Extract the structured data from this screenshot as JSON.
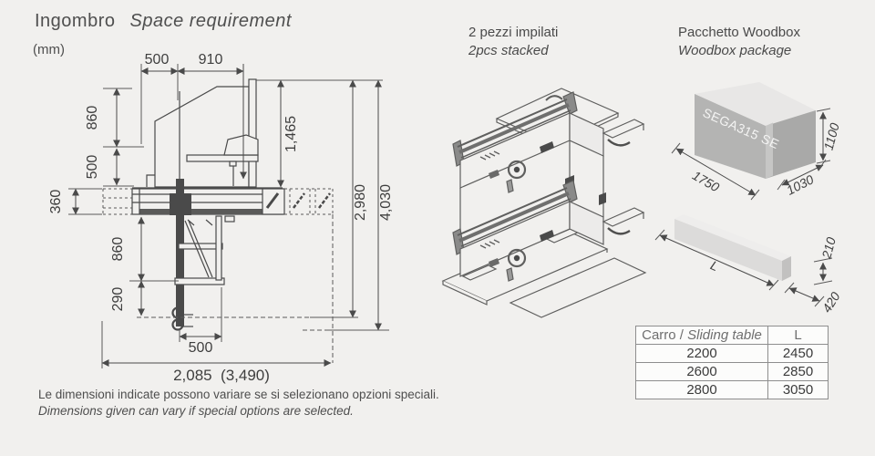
{
  "colors": {
    "background": "#f1f0ee",
    "line": "#4a4a4a",
    "text": "#4a4a4a",
    "box_top": "#e8e7e6",
    "box_front": "#b4b4b3",
    "box_side": "#a9a9a8",
    "table_border": "#8e8e8e"
  },
  "header": {
    "title_it": "Ingombro",
    "title_en": "Space requirement",
    "units": "(mm)"
  },
  "space_drawing": {
    "dims": {
      "top_width_left": "500",
      "top_width_right": "910",
      "upper_height": "860",
      "mid_height": "500",
      "table_extension": "360",
      "lower_height": "860",
      "foot_height": "290",
      "height_inner": "1,465",
      "height_machine": "2,980",
      "height_total": "4,030",
      "carriage_width": "500",
      "total_width": "2,085  (3,490)"
    }
  },
  "stacked": {
    "title_it": "2 pezzi impilati",
    "title_en": "2pcs stacked"
  },
  "package": {
    "title_it": "Pacchetto Woodbox",
    "title_en": "Woodbox package",
    "box_label": "SEGA315 SE",
    "box_length": "1750",
    "box_depth": "1030",
    "box_height": "1100",
    "beam_length": "L",
    "beam_height": "210",
    "beam_depth": "420"
  },
  "sliding_table": {
    "header_col1_it": "Carro /",
    "header_col1_en": "Sliding table",
    "header_col2": "L",
    "rows": [
      [
        "2200",
        "2450"
      ],
      [
        "2600",
        "2850"
      ],
      [
        "2800",
        "3050"
      ]
    ]
  },
  "notes": {
    "it": "Le dimensioni indicate possono variare se si selezionano opzioni speciali.",
    "en": "Dimensions given can vary if special options are selected."
  }
}
